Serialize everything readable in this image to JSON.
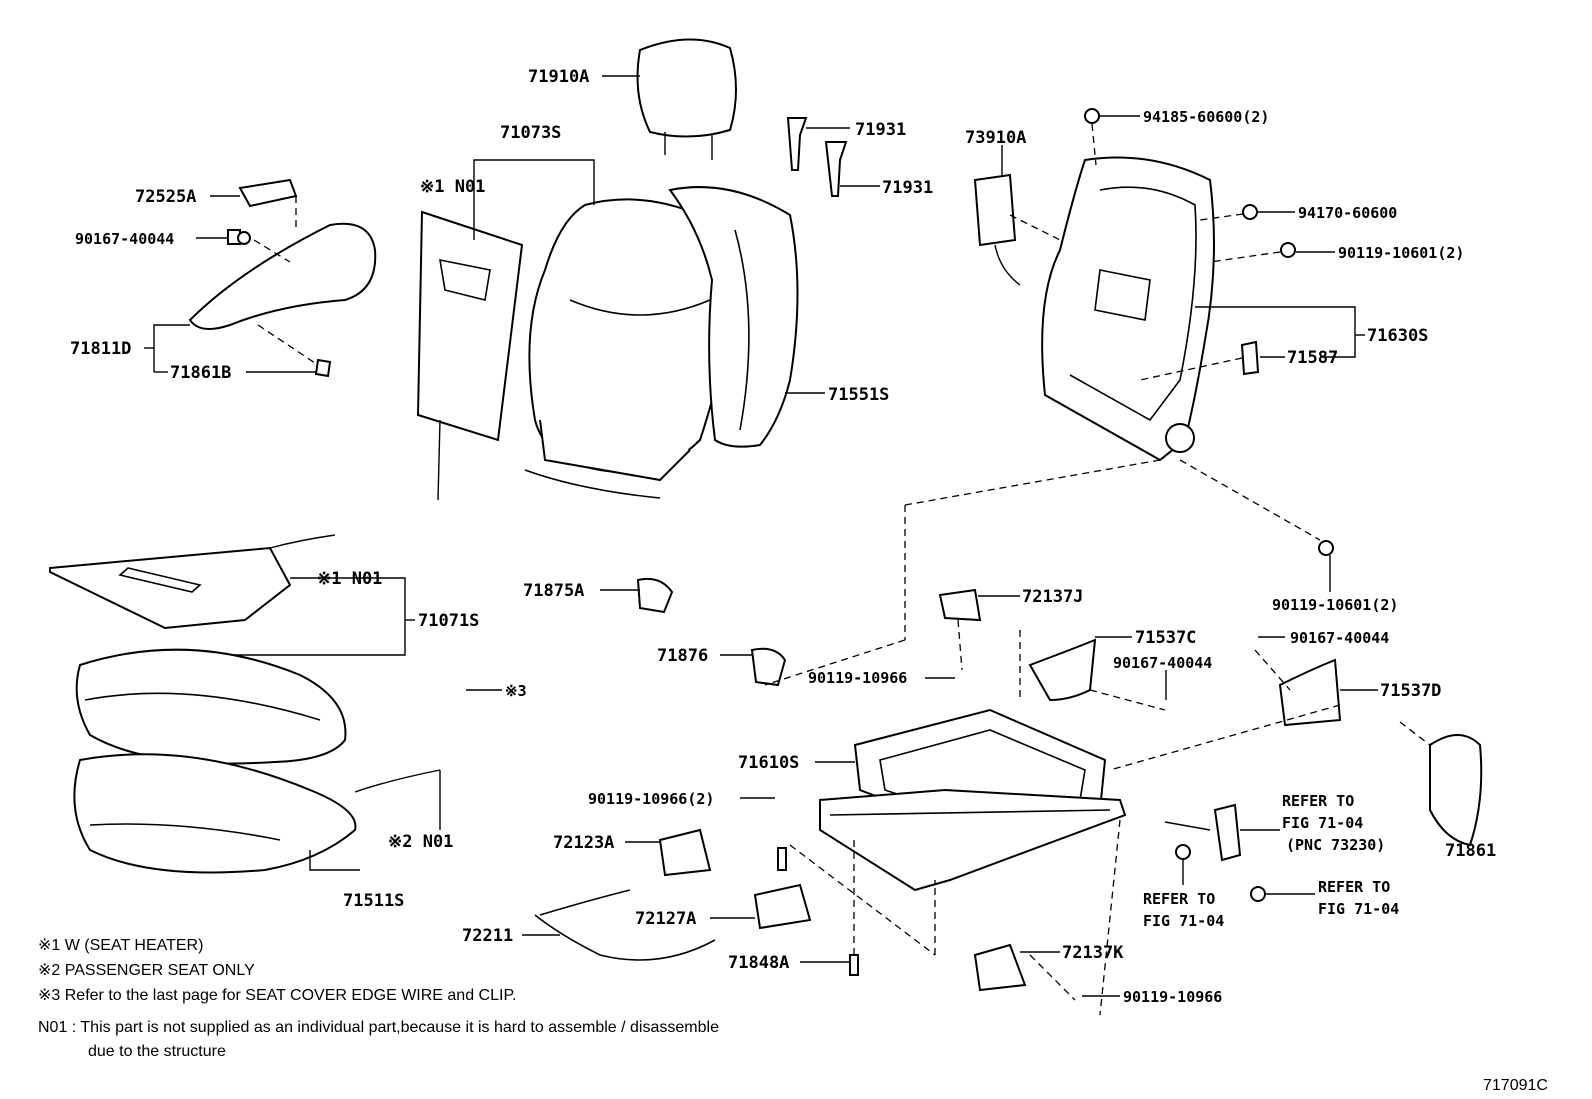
{
  "labels": {
    "p71910A": "71910A",
    "p71073S": "71073S",
    "p71931a": "71931",
    "p71931b": "71931",
    "n01_top": "※1 N01",
    "p72525A": "72525A",
    "p90167_40044_a": "90167-40044",
    "p71811D": "71811D",
    "p71861B": "71861B",
    "p71551S": "71551S",
    "p73910A": "73910A",
    "p94185": "94185-60600(2)",
    "p94170": "94170-60600",
    "p90119_10601_a": "90119-10601(2)",
    "p71630S": "71630S",
    "p71587": "71587",
    "n01_mid": "※1 N01",
    "p71071S": "71071S",
    "p71875A": "71875A",
    "p71876": "71876",
    "p72137J": "72137J",
    "p90119_10601_b": "90119-10601(2)",
    "p71537C": "71537C",
    "p90167_40044_b": "90167-40044",
    "p90167_40044_c": "90167-40044",
    "p90119_10966_a": "90119-10966",
    "p71537D": "71537D",
    "mark3": "※3",
    "p71610S": "71610S",
    "p90119_10966_2": "90119-10966(2)",
    "refer_a_1": "REFER TO",
    "refer_a_2": "FIG 71-04",
    "refer_a_3": "(PNC 73230)",
    "p71861": "71861",
    "n01_low": "※2  N01",
    "p71511S": "71511S",
    "p72123A": "72123A",
    "refer_b_1": "REFER TO",
    "refer_b_2": "FIG 71-04",
    "refer_c_1": "REFER TO",
    "refer_c_2": "FIG 71-04",
    "p72211": "72211",
    "p72127A": "72127A",
    "p72137K": "72137K",
    "p71848A": "71848A",
    "p90119_10966_b": "90119-10966"
  },
  "notes": {
    "n1": "※1  W (SEAT  HEATER)",
    "n2": "※2  PASSENGER SEAT ONLY",
    "n3": "※3  Refer to the last page for SEAT COVER EDGE WIRE and CLIP.",
    "n4a": "N01 : This part is not supplied as an individual part,because it is hard to assemble / disassemble",
    "n4b": "due to the structure"
  },
  "figure_code": "717091C"
}
